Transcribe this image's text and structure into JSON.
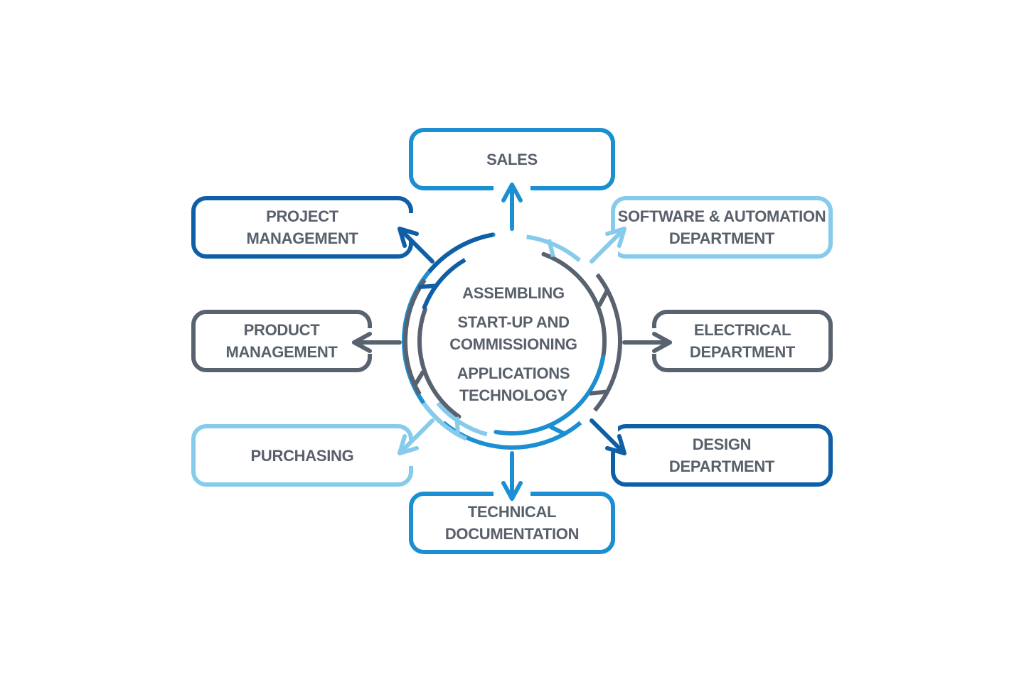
{
  "colors": {
    "light_blue": "#86cbec",
    "medium_blue": "#1b8fd2",
    "dark_blue": "#0f5fa6",
    "slate_gray": "#58636f",
    "text_gray": "#58606b",
    "background": "#ffffff"
  },
  "center": {
    "lines_1": [
      "ASSEMBLING"
    ],
    "lines_2": [
      "START-UP AND",
      "COMMISSIONING"
    ],
    "lines_3": [
      "APPLICATIONS",
      "TECHNOLOGY"
    ]
  },
  "departments": [
    {
      "id": "sales",
      "lines": [
        "SALES"
      ],
      "color": "medium_blue"
    },
    {
      "id": "software",
      "lines": [
        "SOFTWARE & AUTOMATION",
        "DEPARTMENT"
      ],
      "color": "light_blue"
    },
    {
      "id": "electrical",
      "lines": [
        "ELECTRICAL",
        "DEPARTMENT"
      ],
      "color": "slate_gray"
    },
    {
      "id": "design",
      "lines": [
        "DESIGN",
        "DEPARTMENT"
      ],
      "color": "dark_blue"
    },
    {
      "id": "technical",
      "lines": [
        "TECHNICAL",
        "DOCUMENTATION"
      ],
      "color": "medium_blue"
    },
    {
      "id": "purchasing",
      "lines": [
        "PURCHASING"
      ],
      "color": "light_blue"
    },
    {
      "id": "product",
      "lines": [
        "PRODUCT",
        "MANAGEMENT"
      ],
      "color": "slate_gray"
    },
    {
      "id": "project",
      "lines": [
        "PROJECT",
        "MANAGEMENT"
      ],
      "color": "dark_blue"
    }
  ]
}
